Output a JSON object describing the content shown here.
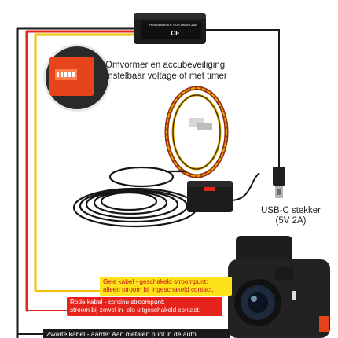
{
  "converter_box": {
    "brand_text": "HARDWIRE KIT FOR DASHCAM",
    "ce_mark": "CE"
  },
  "labels": {
    "converter_line1": "Omvormer en accubeveiliging",
    "converter_line2": "Instelbaar voltage of met timer",
    "usb_line1": "USB-C stekker",
    "usb_line2": "(5V 2A)"
  },
  "wires": {
    "yellow": {
      "line1": "Gele kabel - geschakeld stroompunt:",
      "line2": "alleen stroom bij ingeschakeld contact.",
      "color": "#f2c200"
    },
    "red": {
      "line1": "Rode kabel - continu stroompunt:",
      "line2": "stroom bij zowel in- als uitgeschakeld contact.",
      "color": "#e5231b"
    },
    "black": {
      "line1": "Zwarte kabel - aarde: Aan metalen punt in de auto.",
      "color": "#1a1a1a"
    }
  }
}
